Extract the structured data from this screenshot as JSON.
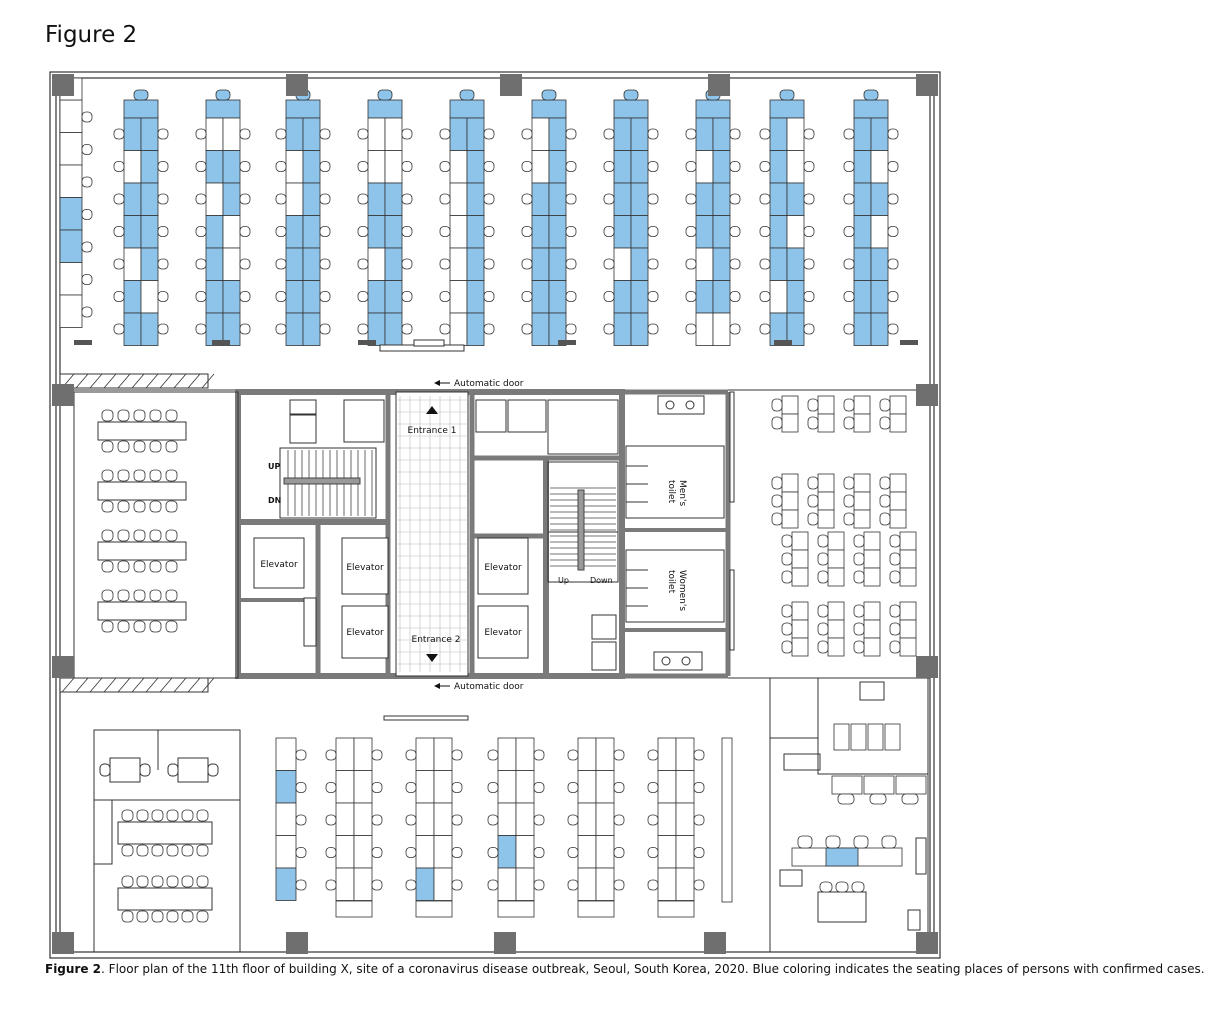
{
  "figure_title": "Figure 2",
  "caption": {
    "label": "Figure 2",
    "text": ". Floor plan of the 11th floor of building X, site of a coronavirus disease outbreak, Seoul, South Korea, 2020. Blue coloring indicates the seating places of persons with confirmed cases."
  },
  "colors": {
    "case": "#8ec4ea",
    "wall": "#7a7a7a",
    "pillar": "#6f6f6f",
    "line": "#333333"
  },
  "labels": {
    "automatic_door_top": "Automatic door",
    "automatic_door_bottom": "Automatic door",
    "entrance_1": "Entrance 1",
    "entrance_2": "Entrance 2",
    "up": "UP",
    "dn": "DN",
    "elevator": "Elevator",
    "stair_up": "Up",
    "stair_down": "Down",
    "mens_toilet": [
      "Men's",
      "toilet"
    ],
    "womens_toilet": [
      "Women's",
      "toilet"
    ]
  },
  "seating": {
    "desk_rows_per_column": 7,
    "upper_columns": [
      {
        "left": [
          1,
          0,
          1,
          1,
          0,
          1,
          1
        ],
        "right": [
          1,
          1,
          1,
          1,
          1,
          0,
          1
        ]
      },
      {
        "left": [
          0,
          1,
          0,
          1,
          1,
          1,
          1
        ],
        "right": [
          0,
          1,
          1,
          0,
          0,
          1,
          1
        ]
      },
      {
        "left": [
          1,
          0,
          0,
          1,
          1,
          1,
          1
        ],
        "right": [
          1,
          1,
          1,
          1,
          1,
          1,
          1
        ]
      },
      {
        "left": [
          0,
          0,
          1,
          1,
          0,
          1,
          1
        ],
        "right": [
          0,
          0,
          1,
          1,
          1,
          1,
          1
        ]
      },
      {
        "left": [
          1,
          0,
          0,
          0,
          0,
          0,
          0
        ],
        "right": [
          1,
          1,
          1,
          1,
          1,
          1,
          1
        ]
      },
      {
        "left": [
          0,
          0,
          1,
          1,
          1,
          1,
          1
        ],
        "right": [
          1,
          1,
          1,
          1,
          1,
          1,
          1
        ]
      },
      {
        "left": [
          1,
          1,
          1,
          1,
          0,
          1,
          1
        ],
        "right": [
          1,
          1,
          1,
          1,
          1,
          1,
          1
        ]
      },
      {
        "left": [
          1,
          0,
          1,
          1,
          0,
          1,
          0
        ],
        "right": [
          1,
          1,
          1,
          1,
          1,
          1,
          0
        ]
      },
      {
        "left": [
          1,
          1,
          1,
          1,
          1,
          0,
          1
        ],
        "right": [
          0,
          0,
          1,
          0,
          1,
          1,
          1
        ]
      },
      {
        "left": [
          1,
          1,
          1,
          1,
          1,
          1,
          1
        ],
        "right": [
          1,
          0,
          1,
          0,
          1,
          1,
          1
        ]
      }
    ],
    "left_column_cases": [
      0,
      0,
      0,
      1,
      1,
      0,
      0
    ],
    "lower_singles_cases": [
      0,
      1,
      0,
      0,
      1
    ],
    "lower_columns": [
      {
        "left": [
          0,
          0,
          0,
          0,
          0
        ],
        "right": [
          0,
          0,
          0,
          0,
          0
        ]
      },
      {
        "left": [
          0,
          0,
          0,
          0,
          1
        ],
        "right": [
          0,
          0,
          0,
          0,
          0
        ]
      },
      {
        "left": [
          0,
          0,
          0,
          1,
          0
        ],
        "right": [
          0,
          0,
          0,
          0,
          0
        ]
      },
      {
        "left": [
          0,
          0,
          0,
          0,
          0
        ],
        "right": [
          0,
          0,
          0,
          0,
          0
        ]
      },
      {
        "left": [
          0,
          0,
          0,
          0,
          0
        ],
        "right": [
          0,
          0,
          0,
          0,
          0
        ]
      }
    ],
    "lower_right_cases": 1
  }
}
